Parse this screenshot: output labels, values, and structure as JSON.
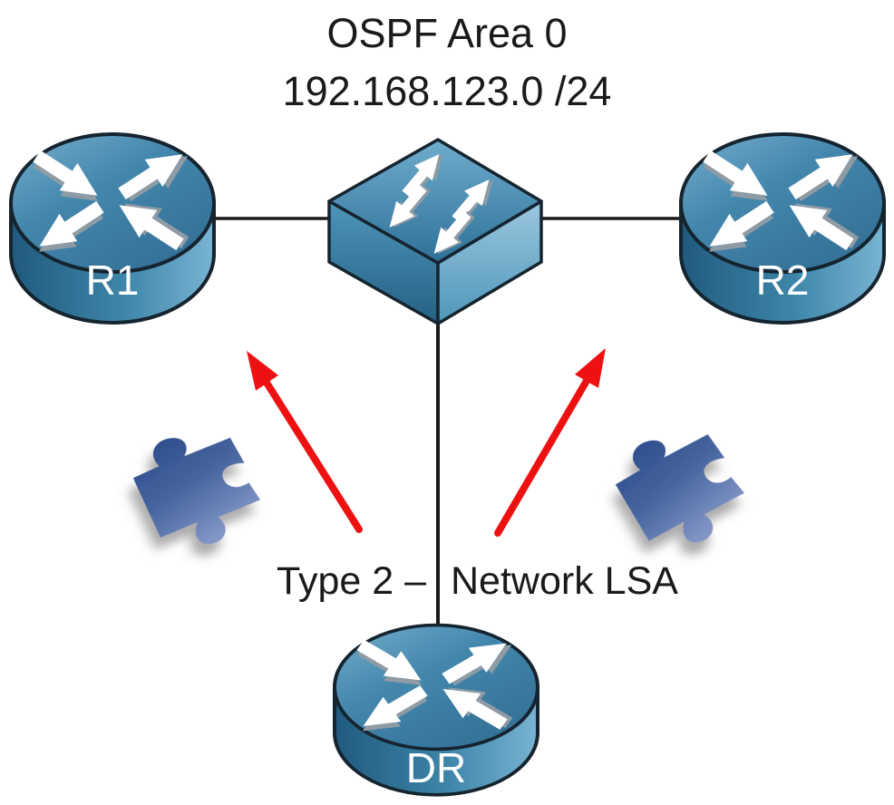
{
  "diagram": {
    "title_line1": "OSPF Area 0",
    "title_line2": "192.168.123.0 /24",
    "annotation": {
      "left": "Type 2 –",
      "right": "Network LSA"
    },
    "nodes": [
      {
        "id": "r1",
        "type": "router",
        "label": "R1"
      },
      {
        "id": "switch",
        "type": "switch",
        "label": ""
      },
      {
        "id": "r2",
        "type": "router",
        "label": "R2"
      },
      {
        "id": "dr",
        "type": "router",
        "label": "DR"
      }
    ],
    "links": [
      {
        "from": "r1",
        "to": "switch"
      },
      {
        "from": "switch",
        "to": "r2"
      },
      {
        "from": "dr",
        "to": "switch"
      }
    ],
    "lsa_flows": [
      {
        "from": "dr",
        "to": "r1",
        "style": "red-arrow"
      },
      {
        "from": "dr",
        "to": "r2",
        "style": "red-arrow"
      }
    ],
    "colors": {
      "background": "#ffffff",
      "link": "#1a1a1a",
      "lsa_arrow": "#ee1111",
      "router_blue": "#4183a9",
      "puzzle_blue": "#3f5e9e",
      "text": "#1a1a1a",
      "node_label": "#ffffff"
    }
  }
}
